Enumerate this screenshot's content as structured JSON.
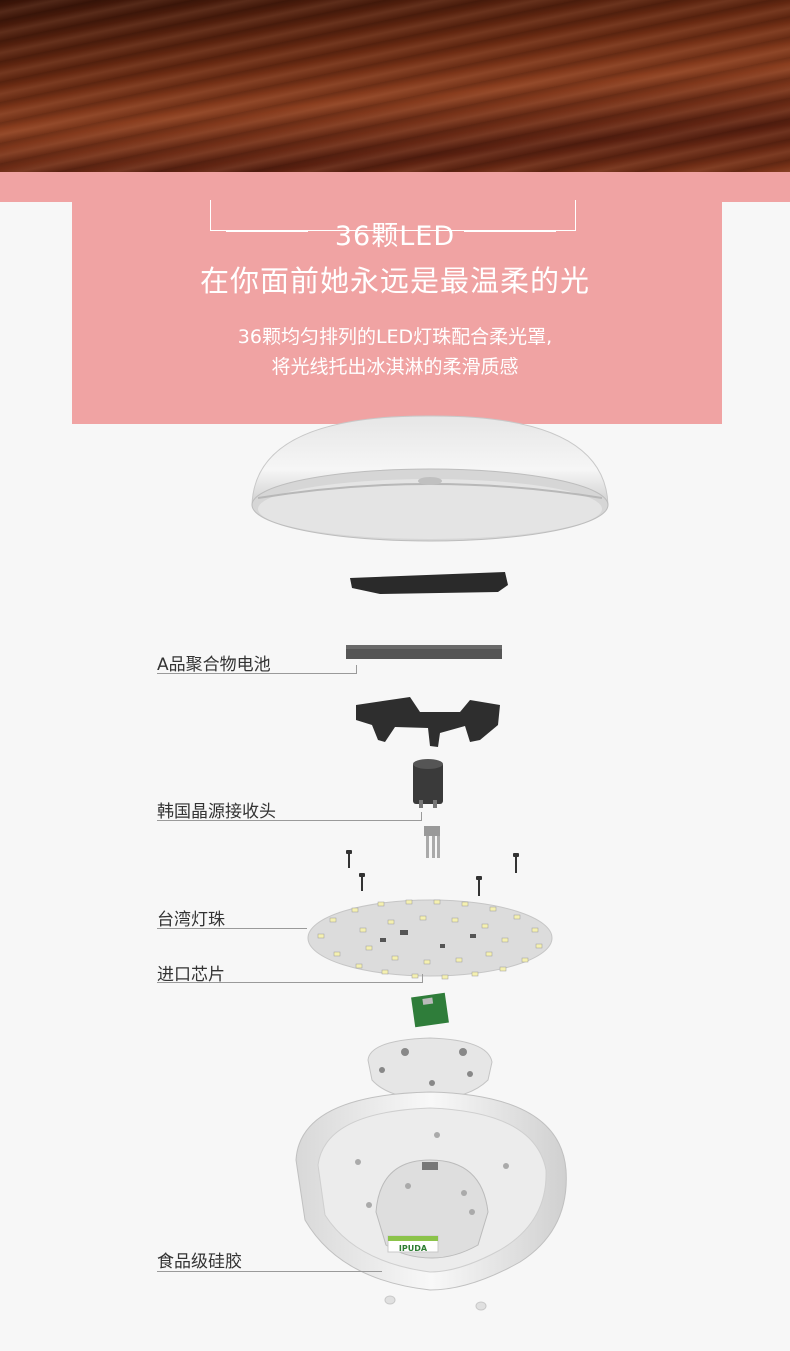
{
  "header": {
    "title_line1": "36颗LED",
    "title_line2": "在你面前她永远是最温柔的光",
    "desc_line1": "36颗均匀排列的LED灯珠配合柔光罩,",
    "desc_line2": "将光线托出冰淇淋的柔滑质感"
  },
  "labels": {
    "battery": "A品聚合物电池",
    "receiver": "韩国晶源接收头",
    "led": "台湾灯珠",
    "chip": "进口芯片",
    "silicone": "食品级硅胶"
  },
  "brand": {
    "badge_text": "IPUDA"
  },
  "colors": {
    "pink": "#f0a3a3",
    "wood": "#6a2a12",
    "board": "#dcdcdc"
  }
}
